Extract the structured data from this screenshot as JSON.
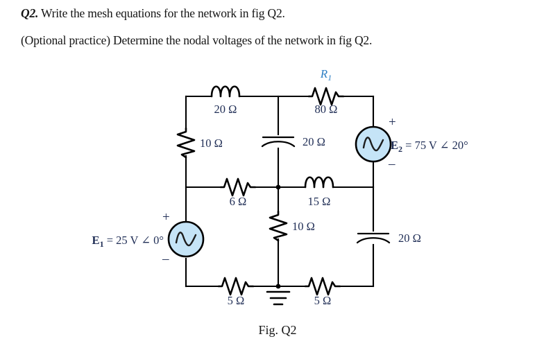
{
  "question": {
    "tag": "Q2.",
    "line1": " Write the mesh equations for the network in fig Q2.",
    "line2": "(Optional practice) Determine the nodal voltages of the network in fig Q2."
  },
  "figure": {
    "caption": "Fig. Q2",
    "reference_label": "R",
    "reference_sub": "1",
    "accent_color": "#2e7fc4",
    "label_color": "#1f2d55",
    "source_fill": "#c5e4f7",
    "wire_color": "#000000"
  },
  "components": {
    "inductor_top": {
      "value": "20 Ω",
      "name": "inductor-20-ohm"
    },
    "resistor_left": {
      "value": "10 Ω",
      "name": "resistor-10-ohm-left"
    },
    "resistor_r1": {
      "value": "80 Ω",
      "name": "resistor-80-ohm"
    },
    "capacitor_mid_top": {
      "value": "20 Ω",
      "name": "capacitor-20-ohm-upper"
    },
    "resistor_mid": {
      "value": "6 Ω",
      "name": "resistor-6-ohm"
    },
    "inductor_mid": {
      "value": "15 Ω",
      "name": "inductor-15-ohm"
    },
    "resistor_center": {
      "value": "10 Ω",
      "name": "resistor-10-ohm-center"
    },
    "capacitor_right": {
      "value": "20 Ω",
      "name": "capacitor-20-ohm-right"
    },
    "resistor_bottom_left": {
      "value": "5 Ω",
      "name": "resistor-5-ohm-left"
    },
    "resistor_bottom_right": {
      "value": "5 Ω",
      "name": "resistor-5-ohm-right"
    }
  },
  "sources": {
    "e1": {
      "symbol": "E",
      "subscript": "1",
      "equals": "  =  ",
      "value": "25 V ∠ 0°",
      "plus": "+",
      "minus": "–",
      "full": "E₁  =  25 V ∠ 0°"
    },
    "e2": {
      "symbol": "E",
      "subscript": "2",
      "equals": "  =  ",
      "value": "75 V ∠ 20°",
      "plus": "+",
      "minus": "–",
      "full": "E₂  =  75 V ∠ 20°"
    }
  },
  "ground": {
    "name": "ground-symbol"
  }
}
